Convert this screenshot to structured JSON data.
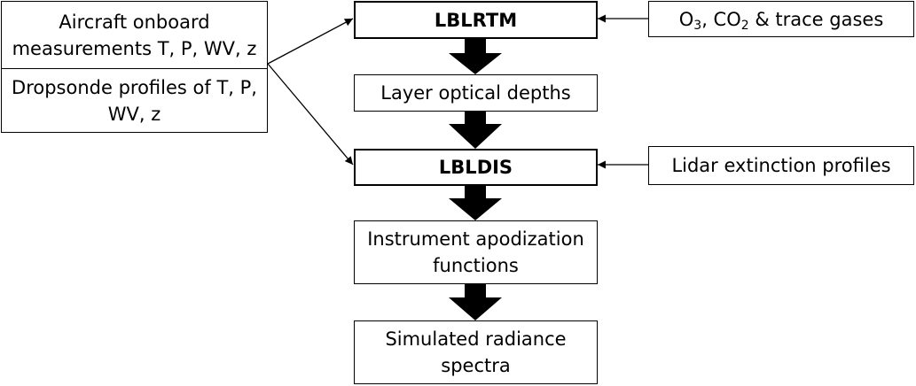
{
  "inputs": {
    "aircraft": {
      "line1": "Aircraft onboard",
      "line2": "measurements T, P, WV, z"
    },
    "dropsonde": {
      "line1": "Dropsonde profiles of T, P,",
      "line2": "WV, z"
    },
    "gases": {
      "pre": "O",
      "sub1": "3",
      "mid": ", CO",
      "sub2": "2",
      "post": " & trace gases"
    },
    "lidar": "Lidar extinction profiles"
  },
  "pipeline": {
    "lblrtm": "LBLRTM",
    "optical_depths": "Layer optical depths",
    "lbldis": "LBLDIS",
    "apodization": {
      "line1": "Instrument apodization",
      "line2": "functions"
    },
    "radiance": {
      "line1": "Simulated radiance",
      "line2": "spectra"
    }
  }
}
